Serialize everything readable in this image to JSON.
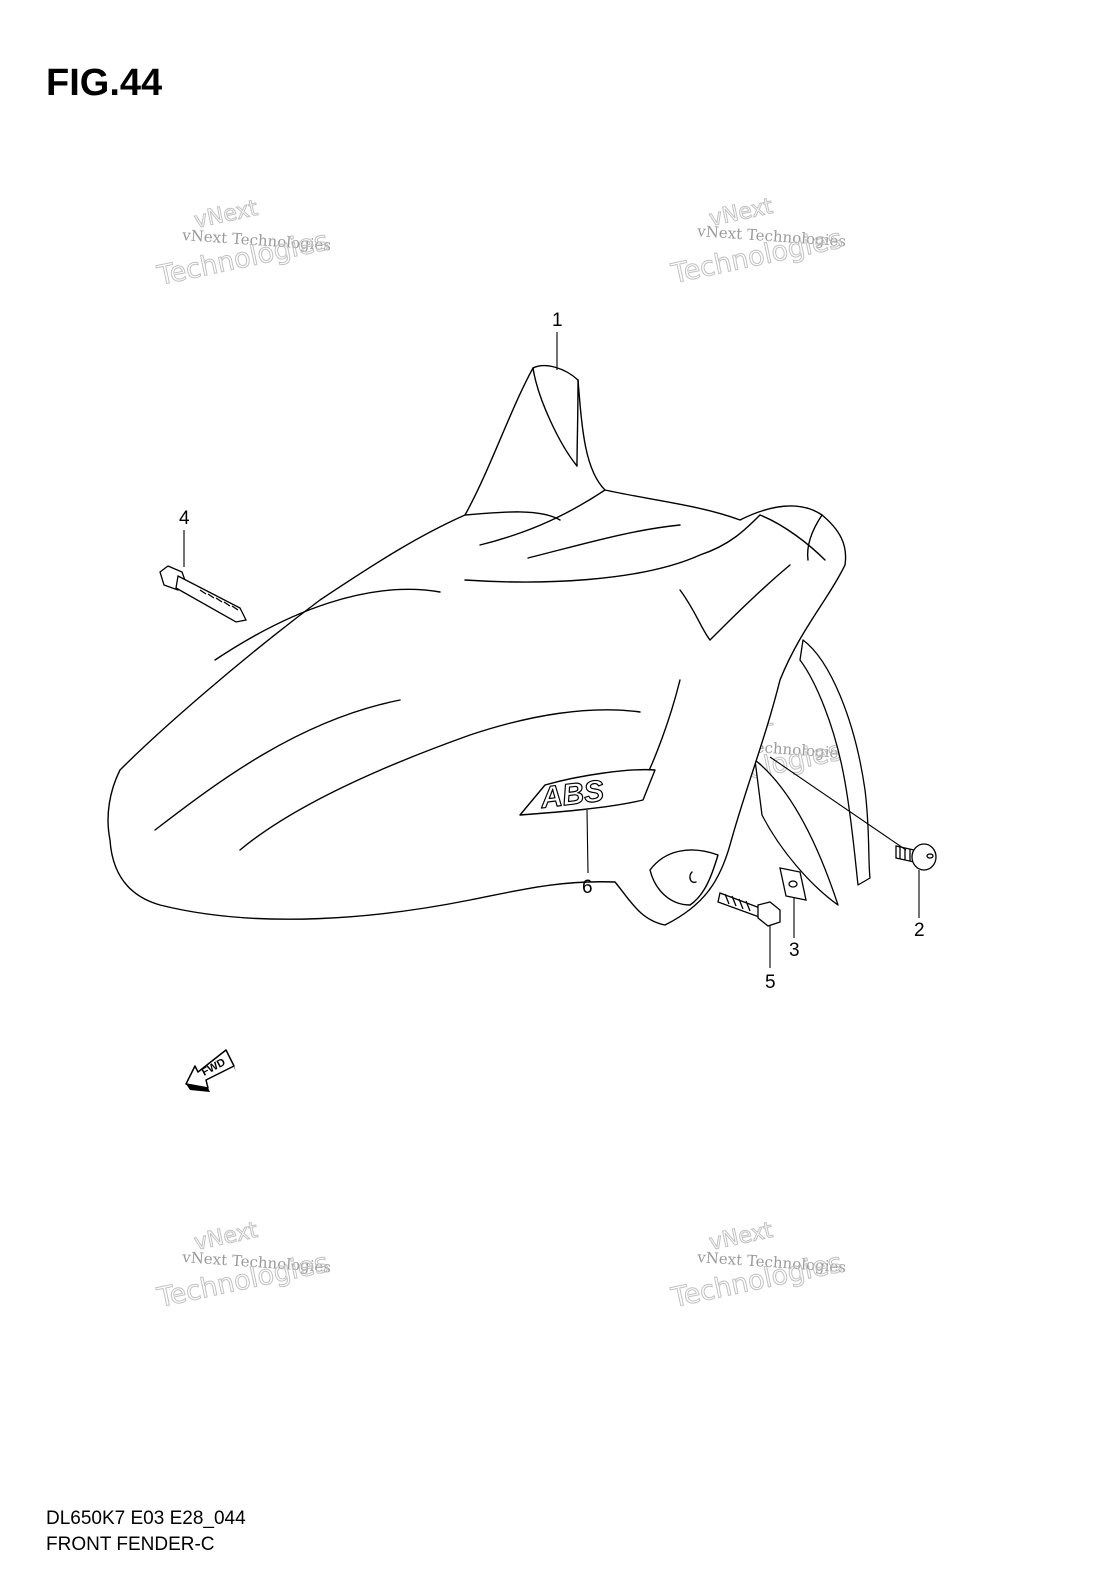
{
  "figure": {
    "title": "FIG.44",
    "model_code": "DL650K7 E03 E28_044",
    "name": "FRONT FENDER-C"
  },
  "callouts": {
    "c1": "1",
    "c2": "2",
    "c3": "3",
    "c4": "4",
    "c5": "5",
    "c6": "6"
  },
  "emblem": {
    "abs_text": "ABS",
    "fwd_text": "FWD"
  },
  "watermark": {
    "line_small": "vNext Technologies",
    "line_top": "vNext",
    "line_big": "Technologies"
  }
}
